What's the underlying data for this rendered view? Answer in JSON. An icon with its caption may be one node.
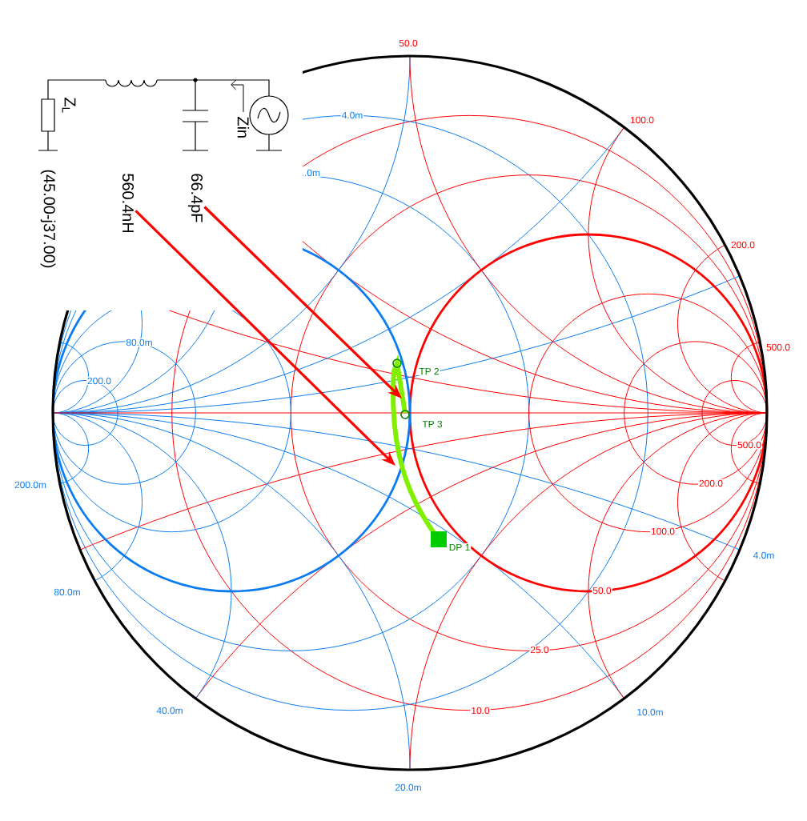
{
  "diagram": {
    "nodes": [
      {
        "text": [
          "560.4nH"
        ]
      },
      {
        "text": [
          "66.4pF"
        ]
      },
      {
        "text": [],
        "shape": "curve"
      }
    ],
    "edges": [
      {
        "from": 0,
        "to": 2,
        "arrow": "to"
      },
      {
        "from": 1,
        "to": 2,
        "arrow": "to"
      }
    ],
    "labels": [
      "Z$_{L}$",
      "Zin",
      "(45.00-j37.00)",
      "50.0",
      "4.0m",
      ".0m",
      "100.0",
      "200.0",
      "500.0",
      "80.0m",
      "200.0",
      "TP 2",
      "TP 3",
      "DP 1",
      "200.0m",
      "500.0",
      "200.0",
      "100.0",
      "4.0m",
      "80.0m",
      "50.0",
      "25.0",
      "10.0",
      "40.0m",
      "10.0m",
      "20.0m"
    ]
  }
}
